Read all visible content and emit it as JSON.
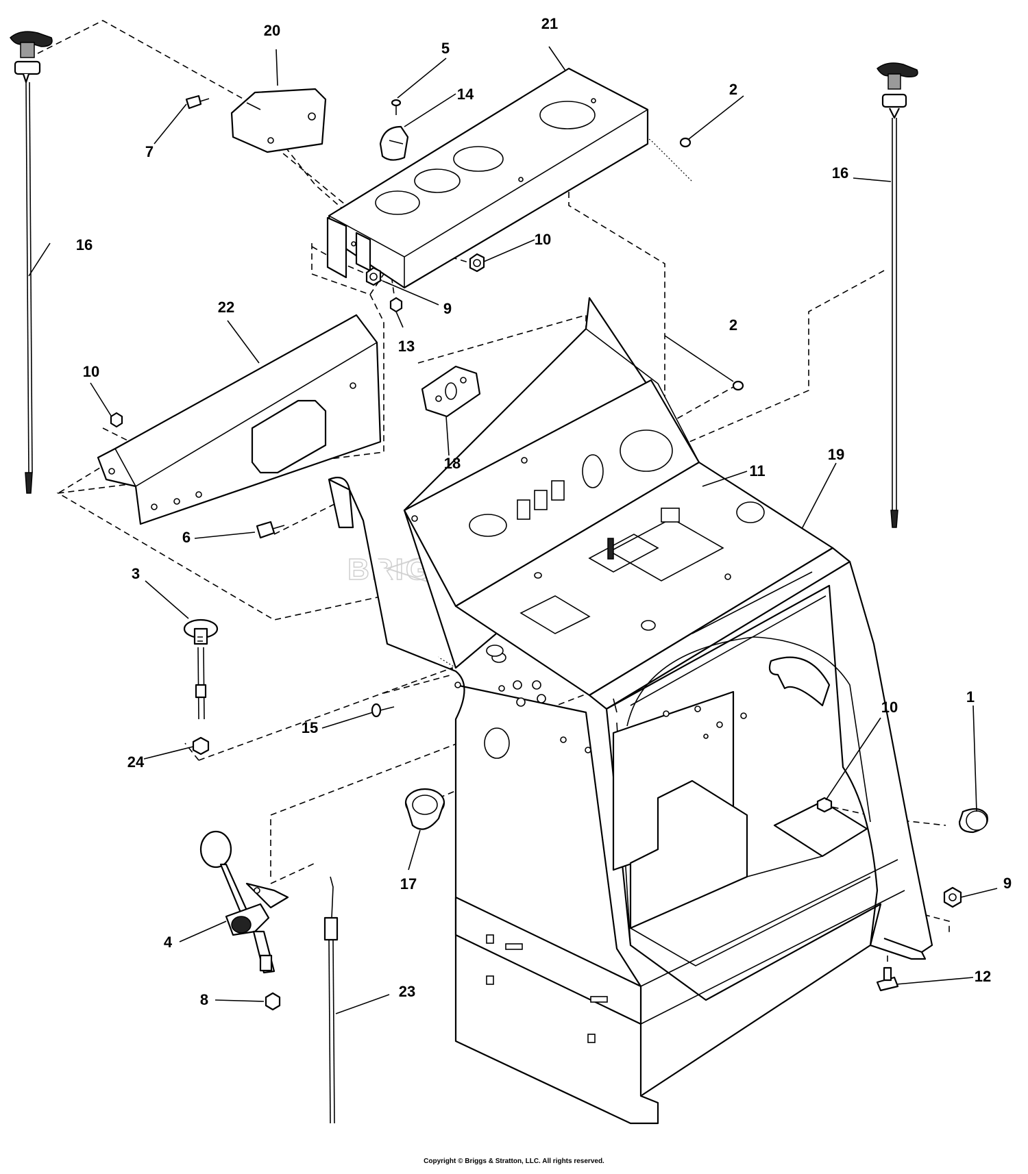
{
  "diagram": {
    "callouts": [
      {
        "id": "c1",
        "text": "1"
      },
      {
        "id": "c2a",
        "text": "2"
      },
      {
        "id": "c2b",
        "text": "2"
      },
      {
        "id": "c3",
        "text": "3"
      },
      {
        "id": "c4",
        "text": "4"
      },
      {
        "id": "c5",
        "text": "5"
      },
      {
        "id": "c6",
        "text": "6"
      },
      {
        "id": "c7",
        "text": "7"
      },
      {
        "id": "c8",
        "text": "8"
      },
      {
        "id": "c9a",
        "text": "9"
      },
      {
        "id": "c9b",
        "text": "9"
      },
      {
        "id": "c10a",
        "text": "10"
      },
      {
        "id": "c10b",
        "text": "10"
      },
      {
        "id": "c10c",
        "text": "10"
      },
      {
        "id": "c11",
        "text": "11"
      },
      {
        "id": "c12",
        "text": "12"
      },
      {
        "id": "c13",
        "text": "13"
      },
      {
        "id": "c14",
        "text": "14"
      },
      {
        "id": "c15",
        "text": "15"
      },
      {
        "id": "c16a",
        "text": "16"
      },
      {
        "id": "c16b",
        "text": "16"
      },
      {
        "id": "c17",
        "text": "17"
      },
      {
        "id": "c18",
        "text": "18"
      },
      {
        "id": "c19",
        "text": "19"
      },
      {
        "id": "c20",
        "text": "20"
      },
      {
        "id": "c21",
        "text": "21"
      },
      {
        "id": "c22",
        "text": "22"
      },
      {
        "id": "c23",
        "text": "23"
      },
      {
        "id": "c24",
        "text": "24"
      }
    ],
    "watermark": "BRIGGS&STRATTON",
    "copyright": "Copyright © Briggs & Stratton, LLC. All rights reserved."
  }
}
